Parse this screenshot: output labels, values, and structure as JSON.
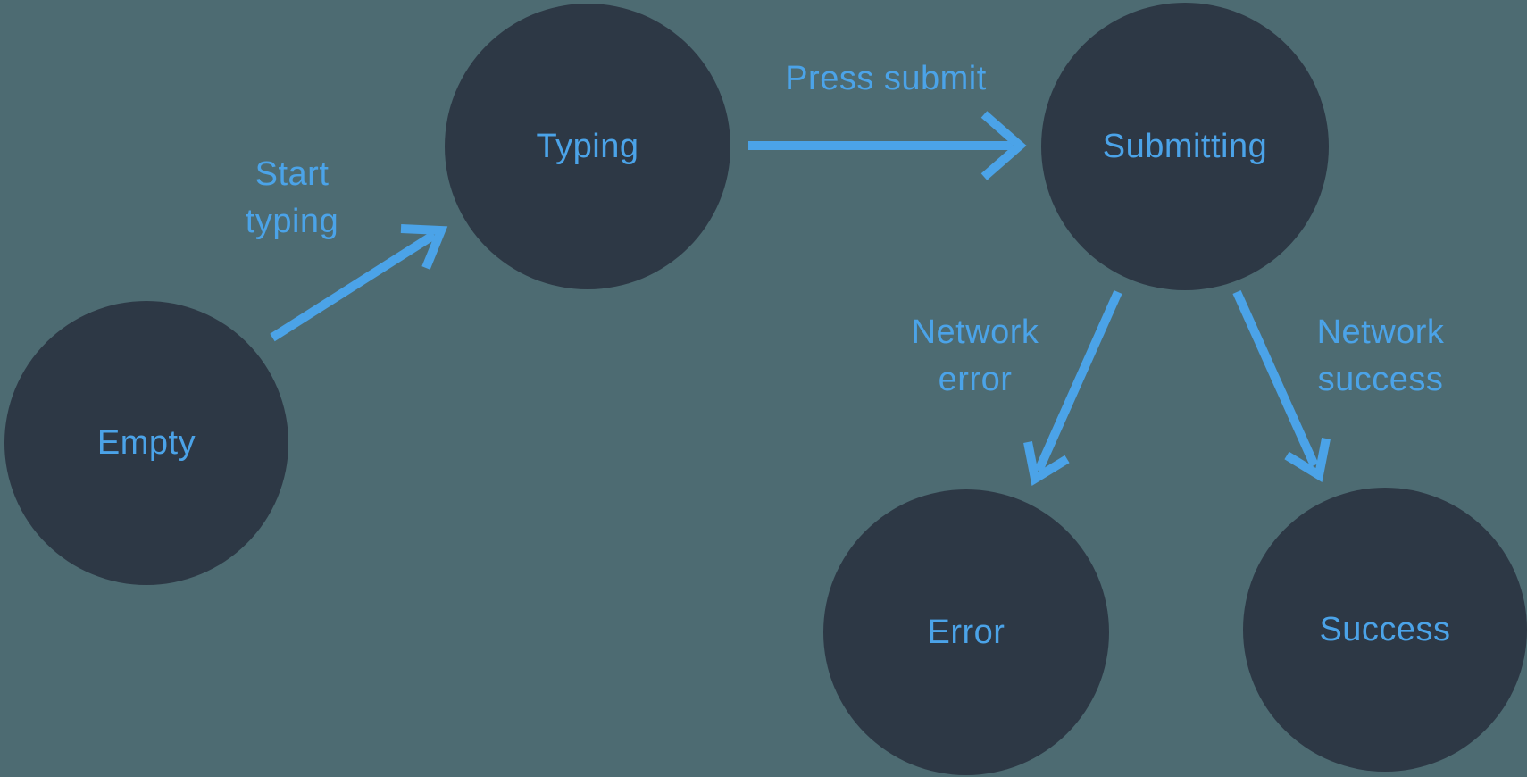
{
  "colors": {
    "background": "#4D6B72",
    "node_fill": "#2D3845",
    "accent_blue": "#4BA3E8"
  },
  "diagram": {
    "type": "state-machine",
    "nodes": [
      {
        "id": "empty",
        "label": "Empty"
      },
      {
        "id": "typing",
        "label": "Typing"
      },
      {
        "id": "submitting",
        "label": "Submitting"
      },
      {
        "id": "error",
        "label": "Error"
      },
      {
        "id": "success",
        "label": "Success"
      }
    ],
    "edges": [
      {
        "from": "empty",
        "to": "typing",
        "label": "Start typing",
        "lines": [
          "Start",
          "typing"
        ]
      },
      {
        "from": "typing",
        "to": "submitting",
        "label": "Press submit",
        "lines": [
          "Press submit"
        ]
      },
      {
        "from": "submitting",
        "to": "error",
        "label": "Network error",
        "lines": [
          "Network",
          "error"
        ]
      },
      {
        "from": "submitting",
        "to": "success",
        "label": "Network success",
        "lines": [
          "Network",
          "success"
        ]
      }
    ]
  }
}
